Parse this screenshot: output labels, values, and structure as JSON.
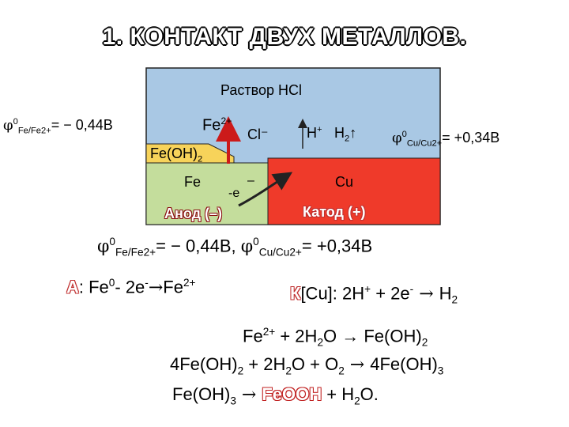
{
  "title": "1. КОНТАКТ ДВУХ МЕТАЛЛОВ.",
  "diagram": {
    "solution_label": "Раствор HCl",
    "phi_left": {
      "phi": "φ",
      "sup": "0",
      "sub": "Fe/Fe2+",
      "rest": "= − 0,44В"
    },
    "fe2plus": {
      "base": "Fe",
      "sup": "2+"
    },
    "cl_minus": "Cl⁻",
    "h_plus": {
      "base": "H",
      "sup": "+"
    },
    "h2": {
      "base": "H",
      "sub": "2",
      "arrow": "↑"
    },
    "phi_right": {
      "phi": "φ",
      "sup": "0",
      "sub": "Cu/Cu2+",
      "rest": "= +0,34В"
    },
    "feoh2": {
      "base": "Fe(OH)",
      "sub": "2"
    },
    "fe_label": "Fe",
    "cu_label": "Cu",
    "electron": {
      "minus": "–",
      "text": "-е"
    },
    "anode": "Анод (–)",
    "cathode": "Катод (+)",
    "colors": {
      "solution": "#a9c8e4",
      "anode_metal": "#c4dd9c",
      "hydroxide": "#f7d35a",
      "cathode_metal": "#ef3a2a",
      "arrow_red": "#cc1a1a",
      "arrow_dark": "#222222"
    }
  },
  "potentials_line": {
    "phi1": "φ",
    "sup1": "0",
    "sub1": "Fe/Fe2+",
    "val1": "= − 0,44В, ",
    "phi2": "φ",
    "sup2": "0",
    "sub2": "Cu/Cu2+",
    "val2": "= +0,34В"
  },
  "anode_reaction": {
    "letter": "А",
    "text1": ": Fe",
    "sup1": "0",
    "text2": "- 2e",
    "sup2": "-",
    "arrow": "→",
    "text3": "Fe",
    "sup3": "2+"
  },
  "cathode_reaction": {
    "letter": "К",
    "text1": "[Cu]: 2H",
    "sup1": "+",
    "text2": " + 2e",
    "sup2": "-",
    "arrow": " → ",
    "text3": "H",
    "sub3": "2"
  },
  "equations": {
    "eq1": {
      "a": "Fe",
      "a_sup": "2+",
      "b": " + 2H",
      "b_sub": "2",
      "c": "O → Fe(OH)",
      "c_sub": "2"
    },
    "eq2": {
      "a": "4Fe(OH)",
      "a_sub": "2",
      "b": " + 2H",
      "b_sub": "2",
      "c": "O + O",
      "c_sub": "2",
      "arrow": " → ",
      "d": "4Fe(OH)",
      "d_sub": "3"
    },
    "eq3": {
      "a": "Fe(OH)",
      "a_sub": "3",
      "arrow": " → ",
      "feooh": "FeOOH",
      "b": " + H",
      "b_sub": "2",
      "c": "O."
    }
  }
}
